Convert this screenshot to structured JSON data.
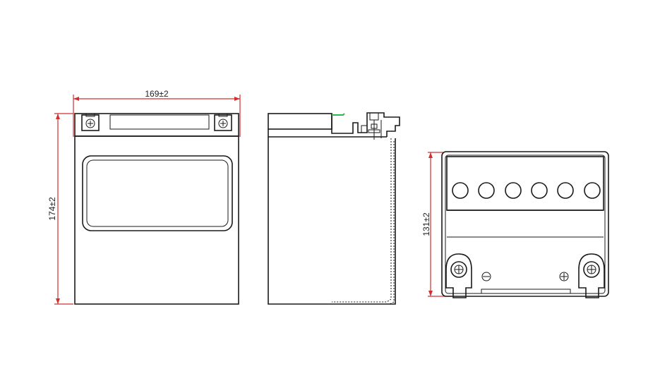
{
  "dimensions": {
    "width": "169±2",
    "height": "174±2",
    "depth": "131±2"
  },
  "colors": {
    "dimension_line": "#d03030",
    "outline": "#1a1a1a",
    "vent_accent": "#2fb84a"
  }
}
